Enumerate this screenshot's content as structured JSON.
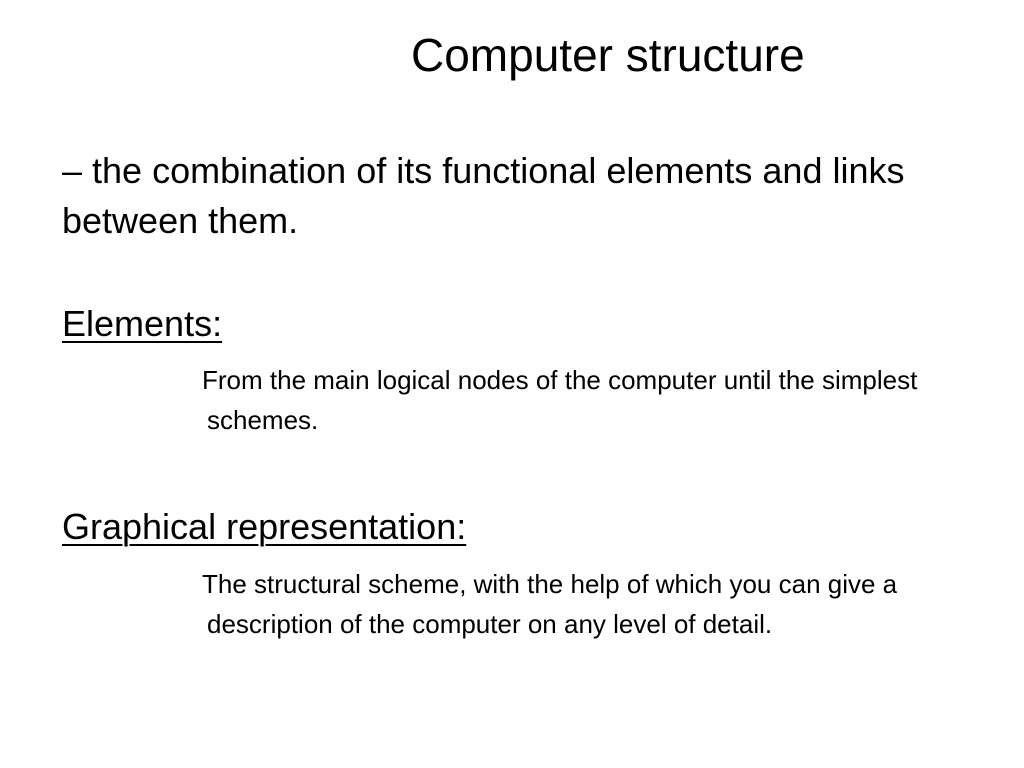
{
  "slide": {
    "title": "Computer structure",
    "definition": "– the combination of its functional elements and links between them.",
    "sections": [
      {
        "heading": "Elements:",
        "text": "From the main logical nodes of the computer until the simplest schemes."
      },
      {
        "heading": "Graphical representation:",
        "text": "The structural scheme, with the help of which you can give a description of the computer on any level of detail."
      }
    ]
  },
  "colors": {
    "background": "#ffffff",
    "text": "#000000"
  }
}
